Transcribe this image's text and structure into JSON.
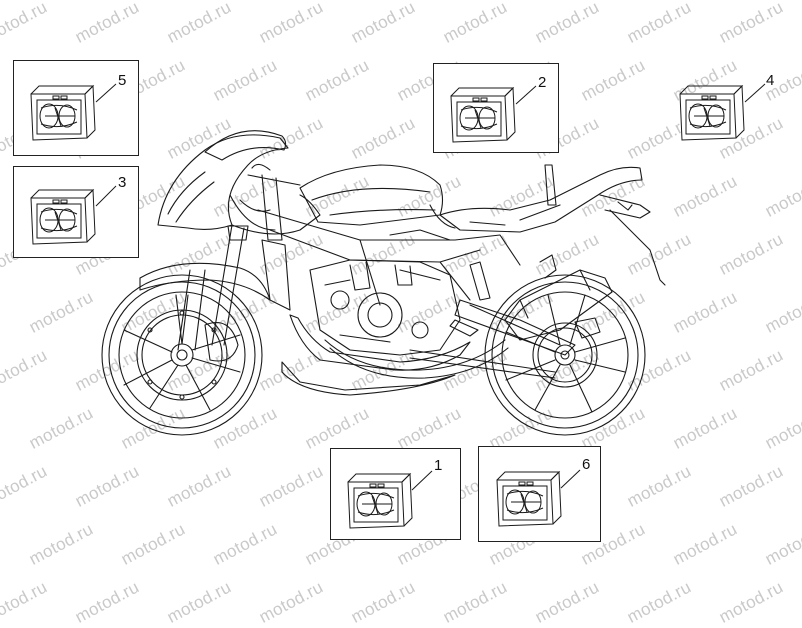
{
  "watermark": {
    "text": "motod.ru"
  },
  "callouts": [
    {
      "id": "1",
      "label": "1"
    },
    {
      "id": "2",
      "label": "2"
    },
    {
      "id": "3",
      "label": "3"
    },
    {
      "id": "4",
      "label": "4"
    },
    {
      "id": "5",
      "label": "5"
    },
    {
      "id": "6",
      "label": "6"
    }
  ]
}
